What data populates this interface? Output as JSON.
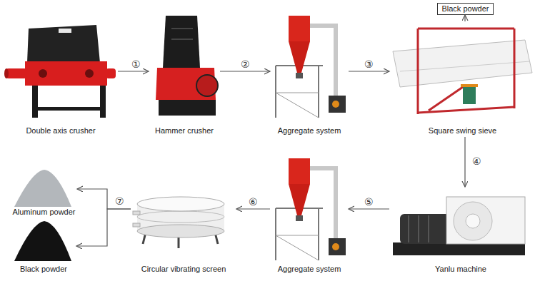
{
  "diagram": {
    "nodes": [
      {
        "text": [
          "Double axis crusher"
        ]
      },
      {
        "text": [
          "Hammer crusher"
        ]
      },
      {
        "text": [
          "Aggregate system"
        ]
      },
      {
        "text": [
          "Square swing sieve"
        ]
      },
      {
        "text": [
          "Black powder"
        ]
      },
      {
        "text": [
          "Yanlu machine"
        ]
      },
      {
        "text": [
          "Aggregate system"
        ]
      },
      {
        "text": [
          "Circular vibrating screen"
        ]
      },
      {
        "text": [
          "Aluminum powder"
        ]
      },
      {
        "text": [
          "Black powder"
        ]
      }
    ],
    "edges": [
      {
        "from": 0,
        "to": 1,
        "arrow": "to",
        "label": "①"
      },
      {
        "from": 1,
        "to": 2,
        "arrow": "to",
        "label": "②"
      },
      {
        "from": 2,
        "to": 3,
        "arrow": "to",
        "label": "③"
      },
      {
        "from": 3,
        "to": 4,
        "arrow": "to"
      },
      {
        "from": 3,
        "to": 5,
        "arrow": "to",
        "label": "④"
      },
      {
        "from": 5,
        "to": 6,
        "arrow": "to",
        "label": "⑤"
      },
      {
        "from": 6,
        "to": 7,
        "arrow": "to",
        "label": "⑥"
      },
      {
        "from": 7,
        "to": 8,
        "arrow": "to",
        "label": "⑦"
      },
      {
        "from": 7,
        "to": 9,
        "arrow": "to"
      }
    ]
  }
}
